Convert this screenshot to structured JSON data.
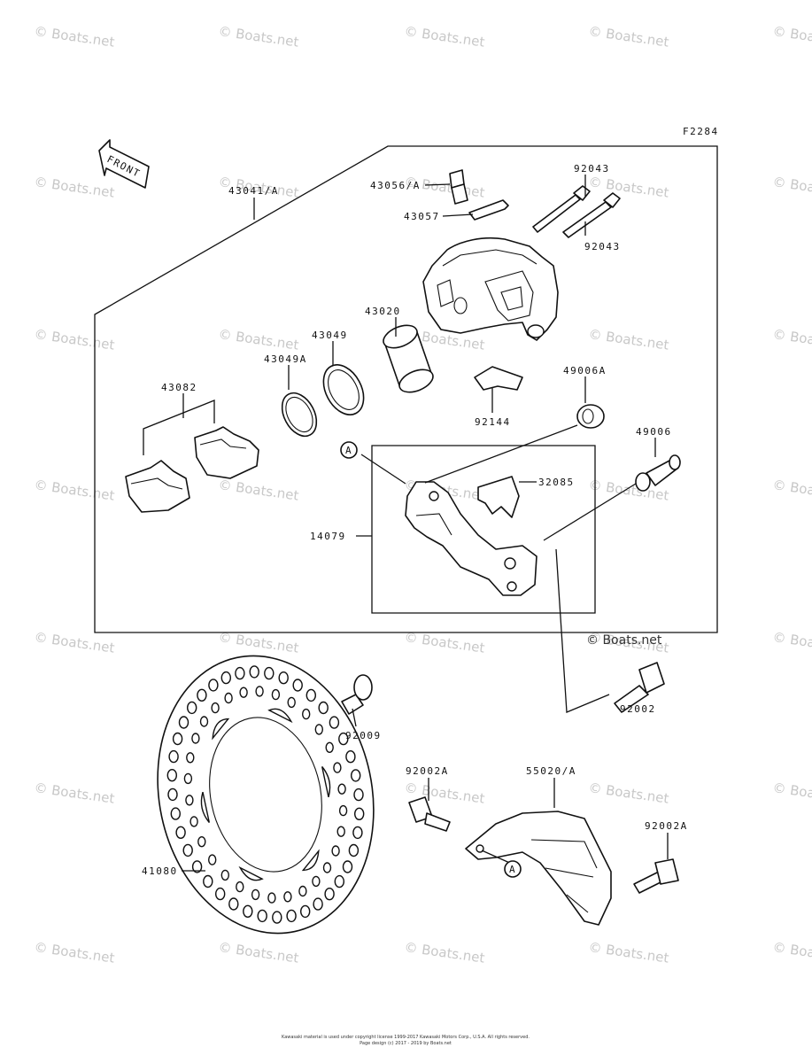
{
  "figure_code": "F2284",
  "front_arrow_label": "FRONT",
  "callout_a": "A",
  "parts": [
    {
      "id": "43041-a",
      "label": "43041/A"
    },
    {
      "id": "43056-a",
      "label": "43056/A"
    },
    {
      "id": "43057",
      "label": "43057"
    },
    {
      "id": "92043-top",
      "label": "92043"
    },
    {
      "id": "92043-bottom",
      "label": "92043"
    },
    {
      "id": "43020",
      "label": "43020"
    },
    {
      "id": "43049",
      "label": "43049"
    },
    {
      "id": "43049a",
      "label": "43049A"
    },
    {
      "id": "43082",
      "label": "43082"
    },
    {
      "id": "92144",
      "label": "92144"
    },
    {
      "id": "49006a",
      "label": "49006A"
    },
    {
      "id": "49006",
      "label": "49006"
    },
    {
      "id": "32085",
      "label": "32085"
    },
    {
      "id": "14079",
      "label": "14079"
    },
    {
      "id": "92009",
      "label": "92009"
    },
    {
      "id": "92002",
      "label": "92002"
    },
    {
      "id": "92002a-left",
      "label": "92002A"
    },
    {
      "id": "55020-a",
      "label": "55020/A"
    },
    {
      "id": "92002a-right",
      "label": "92002A"
    },
    {
      "id": "41080",
      "label": "41080"
    }
  ],
  "watermark": "© Boats.net",
  "copyright_lines": [
    "Kawasaki material is used under copyright license 1999-2017 Kawasaki Motors Corp., U.S.A. All rights reserved.",
    "Page design (c) 2017 - 2019 by Boats.net"
  ]
}
